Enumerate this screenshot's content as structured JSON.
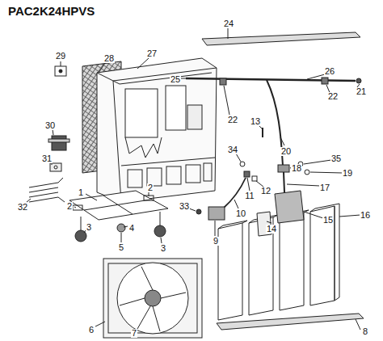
{
  "diagram": {
    "title": "PAC2K24HPVS",
    "labels": [
      "24",
      "29",
      "27",
      "28",
      "26",
      "25",
      "21",
      "22",
      "22",
      "13",
      "30",
      "20",
      "34",
      "35",
      "18",
      "31",
      "19",
      "17",
      "12",
      "11",
      "1",
      "2",
      "33",
      "32",
      "2",
      "10",
      "15",
      "16",
      "14",
      "3",
      "4",
      "9",
      "5",
      "3",
      "6",
      "7",
      "8"
    ]
  }
}
